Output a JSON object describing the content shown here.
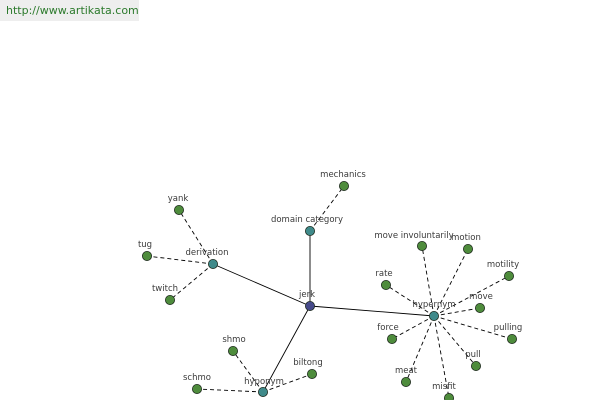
{
  "source": {
    "url": "http://www.artikata.com"
  },
  "colors": {
    "center": "#464a8a",
    "relation": "#3f8a8a",
    "leaf": "#4e8c3c",
    "stroke": "#1e2a1e"
  },
  "graph": {
    "center": "jerk",
    "relations": [
      {
        "id": "derivation",
        "label": "derivation",
        "words": [
          "yank",
          "tug",
          "twitch"
        ]
      },
      {
        "id": "domain-category",
        "label": "domain category",
        "words": [
          "mechanics"
        ]
      },
      {
        "id": "hypernym",
        "label": "hypernym",
        "words": [
          "move involuntarily",
          "motion",
          "rate",
          "motility",
          "move",
          "force",
          "pulling",
          "pull",
          "meat",
          "misfit"
        ]
      },
      {
        "id": "hyponym",
        "label": "hyponym",
        "words": [
          "shmo",
          "biltong",
          "schmo"
        ]
      }
    ]
  }
}
